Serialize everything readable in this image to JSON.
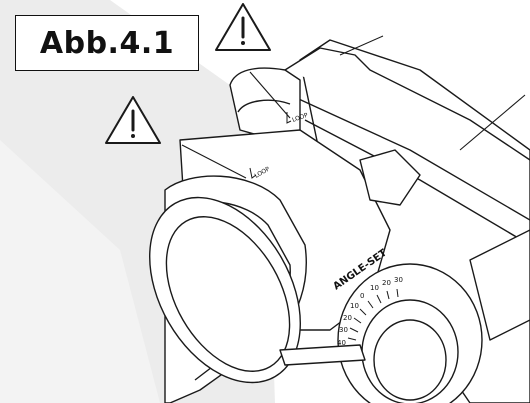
{
  "figure": {
    "label": "Abb.4.1"
  },
  "markings": {
    "lamp_label_top": "LOOP",
    "lamp_label_left": "LOOP",
    "dial_title": "ANGLE-SET",
    "dial_scale": [
      "40",
      "30",
      "20",
      "10",
      "0",
      "10",
      "20",
      "30"
    ]
  },
  "icons": {
    "warning_top": "warning-triangle-icon",
    "warning_left": "warning-triangle-icon"
  },
  "colors": {
    "line": "#1a1a1a",
    "shadow": "#ececec"
  }
}
